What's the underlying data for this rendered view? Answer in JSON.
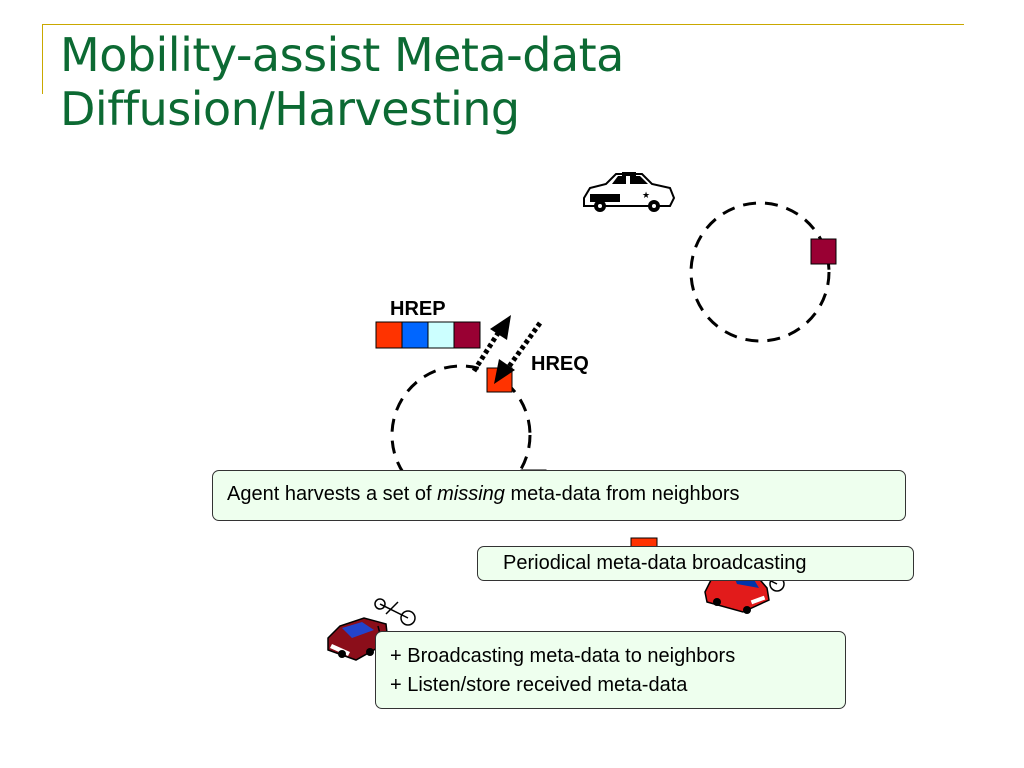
{
  "slide": {
    "title_line1": "Mobility-assist Meta-data",
    "title_line2": "Diffusion/Harvesting"
  },
  "labels": {
    "hrep": "HREP",
    "hreq": "HREQ"
  },
  "callouts": {
    "harvest_prefix": "Agent harvests a set of ",
    "harvest_emph": "missing",
    "harvest_suffix": " meta-data from neighbors",
    "periodical": "Periodical meta-data broadcasting",
    "bullet1": "+ Broadcasting meta-data to neighbors",
    "bullet2": "+ Listen/store received meta-data"
  },
  "colors": {
    "title": "#0c6a33",
    "accent_line": "#c9a800",
    "callout_bg": "#eeffee",
    "meta_red": "#ff3300",
    "meta_blue": "#0066ff",
    "meta_cyan": "#ccffff",
    "meta_maroon": "#990033"
  },
  "icons": [
    "police-car-icon",
    "red-car-icon",
    "sedan-icon",
    "antenna-icon"
  ]
}
